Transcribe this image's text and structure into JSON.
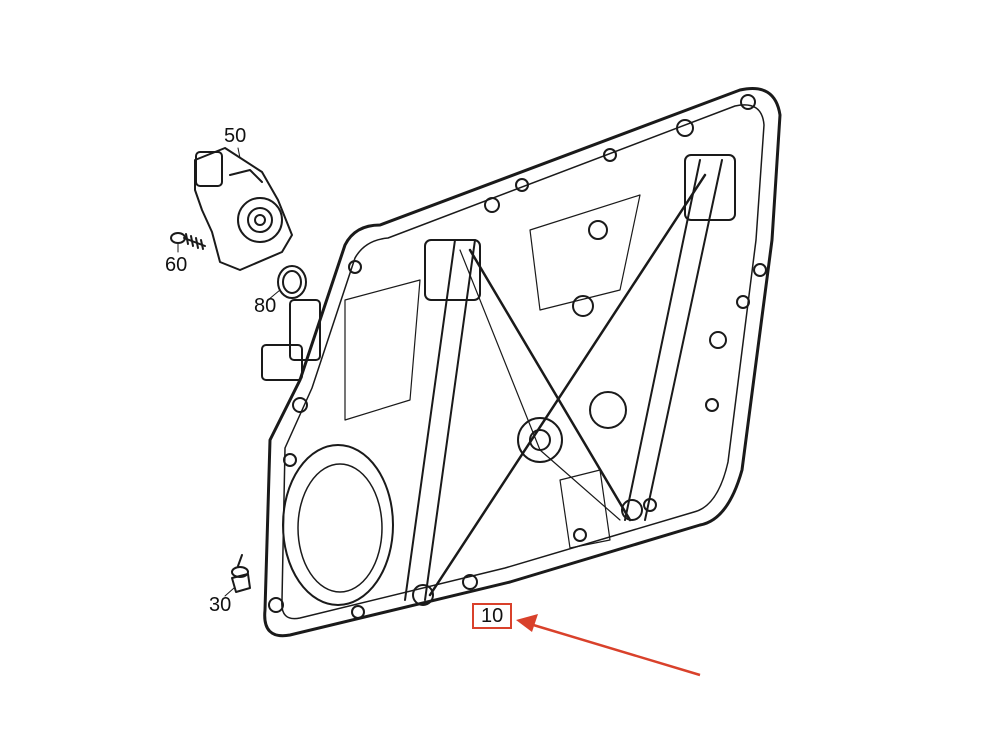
{
  "callouts": {
    "part_50": "50",
    "part_60": "60",
    "part_80": "80",
    "part_30": "30",
    "part_10": "10"
  },
  "highlight": {
    "target": "10",
    "color": "#d9412b"
  },
  "colors": {
    "line": "#1a1a1a",
    "background": "#ffffff"
  }
}
